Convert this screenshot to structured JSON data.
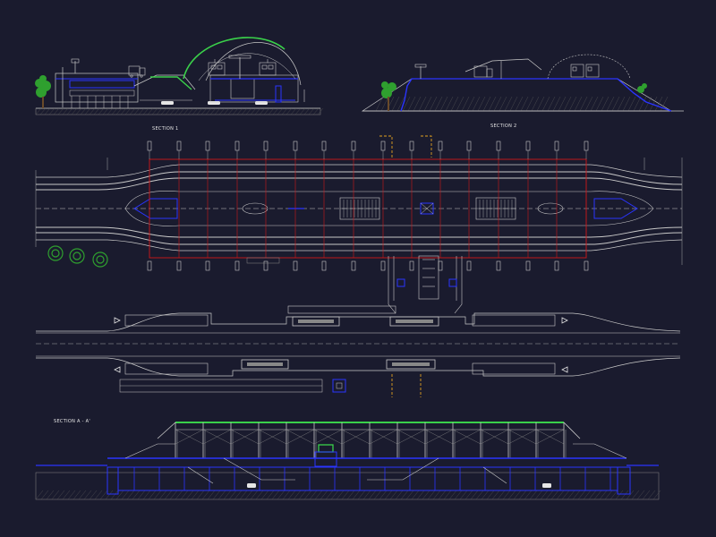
{
  "labels": {
    "section_1": "SECTION 1",
    "section_2": "SECTION 2",
    "section_aa": "SECTION A - A'"
  },
  "colors": {
    "background": "#1a1b2e",
    "linework": "#c8c8c8",
    "grid_red": "#d01818",
    "structure_blue": "#2a34ff",
    "canopy_green": "#3ad04a",
    "accent_yellow": "#e0a020",
    "tree_green": "#2fa02f"
  }
}
